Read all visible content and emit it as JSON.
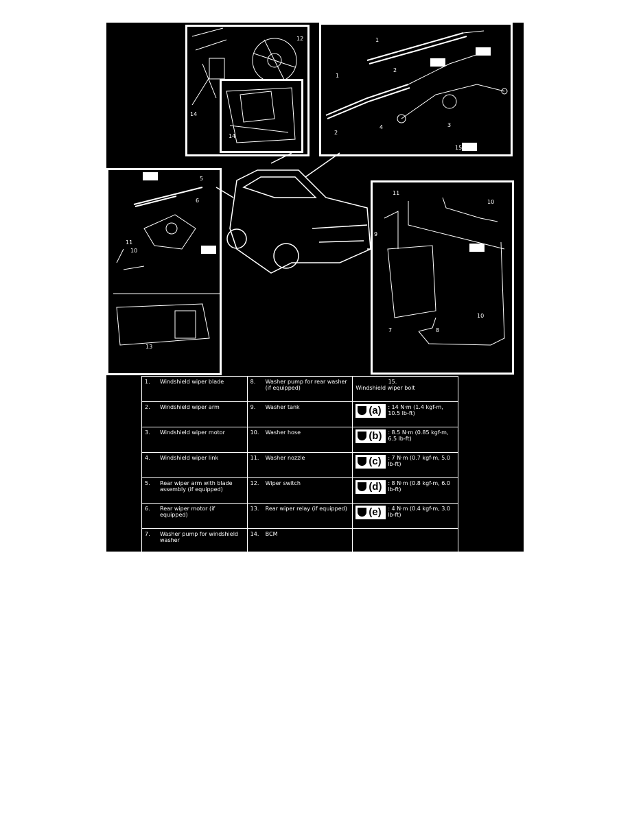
{
  "callouts": {
    "c1a": "1",
    "c1b": "1",
    "c2a": "2",
    "c2b": "2",
    "c3": "3",
    "c4": "4",
    "c5": "5",
    "c6": "6",
    "c7": "7",
    "c8": "8",
    "c9": "9",
    "c10a": "10",
    "c10b": "10",
    "c10c": "10",
    "c11a": "11",
    "c11b": "11",
    "c12": "12",
    "c13": "13",
    "c14a": "14",
    "c14b": "14",
    "c15": "15"
  },
  "legend": [
    [
      {
        "num": "1.",
        "text": "Windshield wiper blade"
      },
      {
        "num": "8.",
        "text": "Washer pump for rear washer (if equipped)"
      },
      {
        "num": "15.",
        "text": "Windshield wiper bolt"
      }
    ],
    [
      {
        "num": "2.",
        "text": "Windshield wiper arm"
      },
      {
        "num": "9.",
        "text": "Washer tank"
      },
      {
        "sym": "(a)",
        "text": ": 14 N·m (1.4 kgf-m, 10.5 lb-ft)"
      }
    ],
    [
      {
        "num": "3.",
        "text": "Windshield wiper motor"
      },
      {
        "num": "10.",
        "text": "Washer hose"
      },
      {
        "sym": "(b)",
        "text": ": 8.5 N·m (0.85 kgf-m, 6.5 lb-ft)"
      }
    ],
    [
      {
        "num": "4.",
        "text": "Windshield wiper link"
      },
      {
        "num": "11.",
        "text": "Washer nozzle"
      },
      {
        "sym": "(c)",
        "text": ": 7 N·m (0.7 kgf-m, 5.0 lb-ft)"
      }
    ],
    [
      {
        "num": "5.",
        "text": "Rear wiper arm with blade assembly (if equipped)"
      },
      {
        "num": "12.",
        "text": "Wiper switch"
      },
      {
        "sym": "(d)",
        "text": ": 8 N·m (0.8 kgf-m, 6.0 lb-ft)"
      }
    ],
    [
      {
        "num": "6.",
        "text": "Rear wiper motor (if equipped)"
      },
      {
        "num": "13.",
        "text": "Rear wiper relay (if equipped)"
      },
      {
        "sym": "(e)",
        "text": ": 4 N·m (0.4 kgf-m, 3.0 lb-ft)"
      }
    ],
    [
      {
        "num": "7.",
        "text": "Washer pump for windshield washer"
      },
      {
        "num": "14.",
        "text": "BCM"
      },
      {
        "text": ""
      }
    ]
  ]
}
